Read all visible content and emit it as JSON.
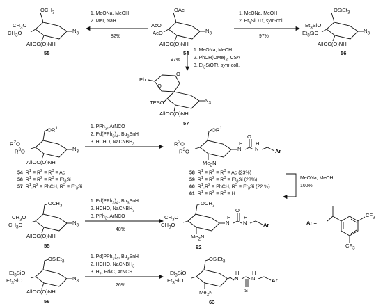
{
  "molecules": {
    "c54": {
      "label": "54",
      "six": "OAc",
      "four": "AcO",
      "three": "AcO",
      "n3": "N",
      "n3sub": "3",
      "bottom": "AllOC(O)NH"
    },
    "c55": {
      "label": "55",
      "six": "OCH",
      "sixsub": "3",
      "four": "CH",
      "foursub": "3",
      "foursuf": "O",
      "three": "CH",
      "threesub": "3",
      "threesuf": "O",
      "n3": "N",
      "n3sub": "3",
      "bottom": "AllOC(O)NH"
    },
    "c56": {
      "label": "56",
      "six": "OSiEt",
      "sixsub": "3",
      "four": "Et",
      "foursub": "3",
      "foursuf": "SiO",
      "three": "Et",
      "threesub": "3",
      "threesuf": "SiO",
      "n3": "N",
      "n3sub": "3",
      "bottom": "AllOC(O)NH"
    },
    "c57": {
      "label": "57",
      "ph": "Ph",
      "o1": "O",
      "o2": "O",
      "tes": "TESO",
      "n3": "N",
      "n3sub": "3",
      "bottom": "AllOC(O)NH"
    },
    "cgen": {
      "six": "OR",
      "sixsup": "1",
      "four": "R",
      "foursup": "2",
      "foursuf": "O",
      "three": "R",
      "threesup": "3",
      "threesuf": "O",
      "n3": "N",
      "n3sub": "3",
      "bottom": "AllOC(O)NH"
    },
    "curea": {
      "six": "OR",
      "sixsup": "1",
      "four": "R",
      "foursup": "2",
      "foursuf": "O",
      "three": "R",
      "threesup": "3",
      "threesuf": "O",
      "nh": "H",
      "nh2": "H",
      "n_a": "N",
      "n_b": "N",
      "o": "O",
      "ar": "Ar",
      "me2n": "Me",
      "me2nsub": "2",
      "me2nsuf": "N"
    },
    "c62": {
      "label": "62",
      "six": "OCH",
      "sixsub": "3",
      "four": "CH",
      "foursub": "3",
      "foursuf": "O",
      "three": "CH",
      "threesub": "3",
      "threesuf": "O",
      "n_a": "N",
      "n_b": "N",
      "nh": "H",
      "nh2": "H",
      "o": "O",
      "ar": "Ar",
      "me2n": "Me",
      "me2nsub": "2",
      "me2nsuf": "N"
    },
    "c63": {
      "label": "63",
      "six": "OSiEt",
      "sixsub": "3",
      "four": "Et",
      "foursub": "3",
      "foursuf": "SiO",
      "three": "Et",
      "threesub": "3",
      "threesuf": "SiO",
      "n_a": "N",
      "n_b": "N",
      "nh": "H",
      "nh2": "H",
      "s": "S",
      "ar": "Ar",
      "me2n": "Me",
      "me2nsub": "2",
      "me2nsuf": "N"
    },
    "ar_def": {
      "label": "Ar =",
      "cf3_top": "CF",
      "cf3_topsub": "3",
      "cf3_bot": "CF",
      "cf3_botsub": "3"
    }
  },
  "reactions": {
    "r54_55": {
      "steps": [
        "1. MeONa, MeOH",
        "2. MeI, NaH"
      ],
      "yield": "82%"
    },
    "r54_56": {
      "step1": "1. MeONa, MeOH",
      "step2a": "2. Et",
      "step2sub": "3",
      "step2b": "SiOTf, ",
      "step2c": "sym",
      "step2d": "-coll.",
      "yield": "97%"
    },
    "r54_57": {
      "yield": "97%",
      "step1": "1. MeONa, MeOH",
      "step2a": "2. PhCH(OMe)",
      "step2sub": "2",
      "step2b": ", CSA",
      "step3a": "3. Et",
      "step3sub": "3",
      "step3b": "SiOTf, ",
      "step3c": "sym",
      "step3d": "-coll."
    },
    "r_urea": {
      "step1": "1. PPh",
      "step1sub": "3",
      "step1b": ", ArNCO",
      "step2a": "2. Pd(PPh",
      "step2sub": "3",
      "step2b": ")",
      "step2sub2": "4",
      "step2c": ", Bu",
      "step2sub3": "3",
      "step2d": "SnH",
      "step3": "3. HCHO, NaCNBH",
      "step3sub": "3"
    },
    "r_deprot": {
      "step1": "MeONa, MeOH",
      "yield": "100%"
    },
    "r55_62": {
      "step1a": "1. Pd(PPh",
      "step1sub": "3",
      "step1b": ")",
      "step1sub2": "4",
      "step1c": ", Bu",
      "step1sub3": "3",
      "step1d": "SnH",
      "step2": "2. HCHO, NaCNBH",
      "step2sub": "3",
      "step3a": "3. PPh",
      "step3sub": "3",
      "step3b": ", ArNCO",
      "yield": "48%"
    },
    "r56_63": {
      "step1a": "1. Pd(PPh",
      "step1sub": "3",
      "step1b": ")",
      "step1sub2": "4",
      "step1c": ", Bu",
      "step1sub3": "3",
      "step1d": "SnH",
      "step2": "2. HCHO, NaCNBH",
      "step2sub": "3",
      "step3": "3. H",
      "step3sub": "2",
      "step3b": ", Pd/C, ArNCS",
      "yield": "26%"
    }
  },
  "substituent_tables": {
    "left": [
      {
        "num": "54",
        "text": "R",
        "t1": "1",
        "m1": " = R",
        "t2": "2",
        "m2": " = R",
        "t3": "3",
        "end": " = Ac"
      },
      {
        "num": "56",
        "text": "R",
        "t1": "1",
        "m1": " = R",
        "t2": "2",
        "m2": " = R",
        "t3": "3",
        "end": " = Et",
        "endsub": "3",
        "end2": "Si"
      },
      {
        "num": "57",
        "text": "R",
        "t1": "1",
        "m1": ",R",
        "t2": "2",
        "m2": " = PhCH, R",
        "t3": "3",
        "end": " = Et",
        "endsub": "3",
        "end2": "Si"
      }
    ],
    "right": [
      {
        "num": "58",
        "text": "R",
        "t1": "1",
        "m1": " = R",
        "t2": "2",
        "m2": " = R",
        "t3": "3",
        "end": " = Ac (23%)"
      },
      {
        "num": "59",
        "text": "R",
        "t1": "1",
        "m1": " = R",
        "t2": "2",
        "m2": " = R",
        "t3": "3",
        "end": " = Et",
        "endsub": "3",
        "end2": "Si (28%)"
      },
      {
        "num": "60",
        "text": "R",
        "t1": "1",
        "m1": ",R",
        "t2": "2",
        "m2": " = PhCH, R",
        "t3": "3",
        "end": " = Et",
        "endsub": "3",
        "end2": "Si (22 %)"
      },
      {
        "num": "61",
        "text": "R",
        "t1": "1",
        "m1": " = R",
        "t2": "2",
        "m2": " = R",
        "t3": "3",
        "end": " = H"
      }
    ]
  }
}
